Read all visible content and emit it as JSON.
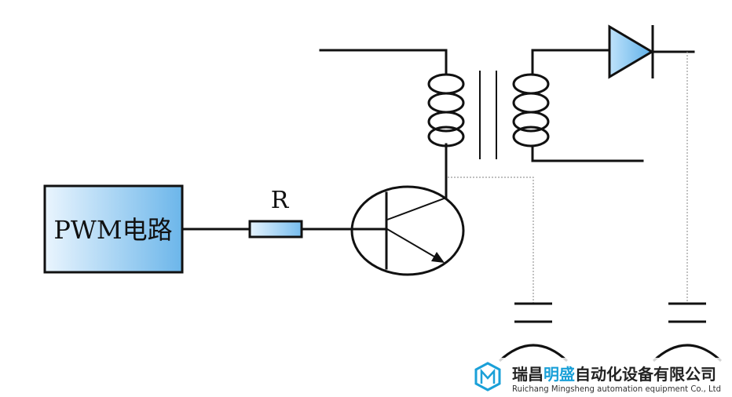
{
  "diagram": {
    "pwm_block_label": "PWM电路",
    "resistor_label": "R"
  },
  "watermark": {
    "company_cn_part1": "瑞昌",
    "company_cn_brand": "明盛",
    "company_cn_part2": "自动化设备有限公司",
    "company_en": "Ruichang Mingsheng automation equipment Co., Ltd",
    "logo_icon": "hexagon-m-logo-icon",
    "brand_color": "#1aa0d8",
    "text_color": "#222222"
  },
  "colors": {
    "block_fill_start": "#e8f4fd",
    "block_fill_end": "#6fb8ea",
    "diode_fill": "#7cc3f0",
    "resistor_fill": "#8ec9f2"
  }
}
